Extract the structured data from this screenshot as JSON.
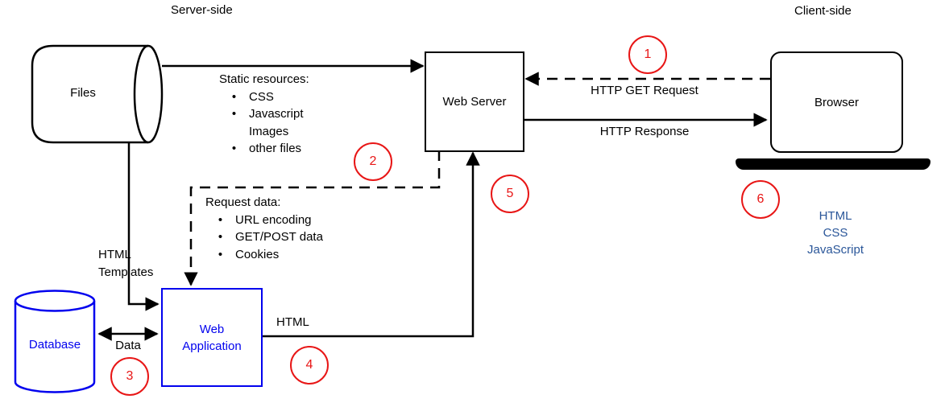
{
  "regions": {
    "server_side": "Server-side",
    "client_side": "Client-side"
  },
  "nodes": {
    "files": "Files",
    "web_server": "Web Server",
    "browser": "Browser",
    "database": "Database",
    "web_application": [
      "Web",
      "Application"
    ]
  },
  "edge_labels": {
    "http_get_request": "HTTP GET Request",
    "http_response": "HTTP Response",
    "html_templates": [
      "HTML",
      "Templates"
    ],
    "data": "Data",
    "html": "HTML"
  },
  "callouts": {
    "static_resources": {
      "title": "Static resources:",
      "items": [
        {
          "bullet": "•",
          "text": "CSS"
        },
        {
          "bullet": "•",
          "text": "Javascript"
        },
        {
          "bullet": "",
          "text": "Images"
        },
        {
          "bullet": "•",
          "text": "other files"
        }
      ]
    },
    "request_data": {
      "title": "Request data:",
      "items": [
        {
          "bullet": "•",
          "text": "URL encoding"
        },
        {
          "bullet": "•",
          "text": "GET/POST data"
        },
        {
          "bullet": "•",
          "text": "Cookies"
        }
      ]
    },
    "client_output": [
      "HTML",
      "CSS",
      "JavaScript"
    ]
  },
  "steps": [
    "1",
    "2",
    "3",
    "4",
    "5",
    "6"
  ],
  "colors": {
    "line_black": "#000000",
    "node_blue": "#0202ee",
    "step_red": "#e81616",
    "client_output_blue": "#2a5699",
    "background": "#ffffff"
  }
}
